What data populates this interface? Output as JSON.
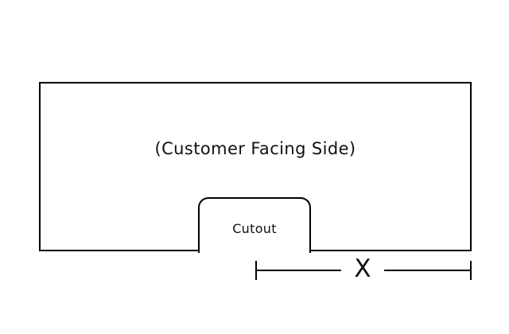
{
  "diagram": {
    "panel_label": "(Customer Facing Side)",
    "cutout_label": "Cutout",
    "dimension_label": "X"
  },
  "colors": {
    "line": "#000000",
    "background": "#ffffff",
    "text": "#111111"
  }
}
